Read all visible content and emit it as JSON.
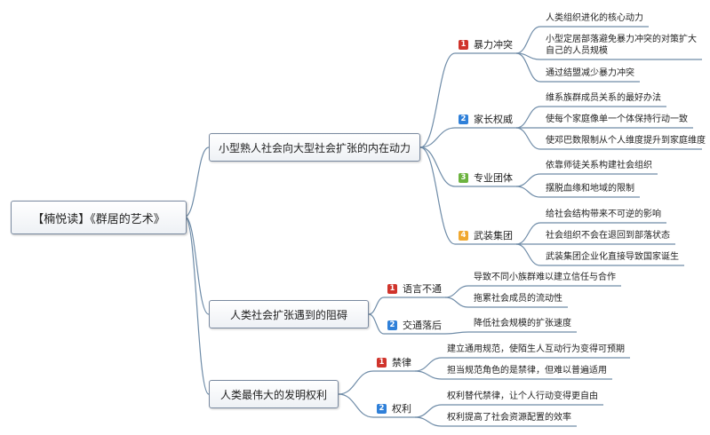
{
  "root": {
    "title": "【楠悦读】《群居的艺术》"
  },
  "colors": {
    "badge_1": "#d0342c",
    "badge_2": "#2f80d9",
    "badge_3": "#6cb33f",
    "badge_4": "#f0a830",
    "line": "#6f8ca8"
  },
  "branches": [
    {
      "label": "小型熟人社会向大型社会扩张的内在动力",
      "subs": [
        {
          "badge": "1",
          "label": "暴力冲突",
          "leaves": [
            "人类组织进化的核心动力",
            "小型定居部落避免暴力冲突的对策扩大自己的人员规模",
            "通过结盟减少暴力冲突"
          ]
        },
        {
          "badge": "2",
          "label": "家长权威",
          "leaves": [
            "维系族群成员关系的最好办法",
            "使每个家庭像单一个体保持行动一致",
            "使邓巴数限制从个人维度提升到家庭维度"
          ]
        },
        {
          "badge": "3",
          "label": "专业团体",
          "leaves": [
            "依靠师徒关系构建社会组织",
            "摆脱血缘和地域的限制"
          ]
        },
        {
          "badge": "4",
          "label": "武装集团",
          "leaves": [
            "给社会结构带来不可逆的影响",
            "社会组织不会在退回到部落状态",
            "武装集团企业化直接导致国家诞生"
          ]
        }
      ]
    },
    {
      "label": "人类社会扩张遇到的阻碍",
      "subs": [
        {
          "badge": "1",
          "label": "语言不通",
          "leaves": [
            "导致不同小族群难以建立信任与合作",
            "拖累社会成员的流动性"
          ]
        },
        {
          "badge": "2",
          "label": "交通落后",
          "leaves": [
            "降低社会规模的扩张速度"
          ]
        }
      ]
    },
    {
      "label": "人类最伟大的发明权利",
      "subs": [
        {
          "badge": "1",
          "label": "禁律",
          "leaves": [
            "建立通用规范，使陌生人互动行为变得可预期",
            "担当规范角色的是禁律，但难以普遍适用"
          ]
        },
        {
          "badge": "2",
          "label": "权利",
          "leaves": [
            "权利替代禁律，让个人行动变得更自由",
            "权利提高了社会资源配置的效率"
          ]
        }
      ]
    }
  ]
}
